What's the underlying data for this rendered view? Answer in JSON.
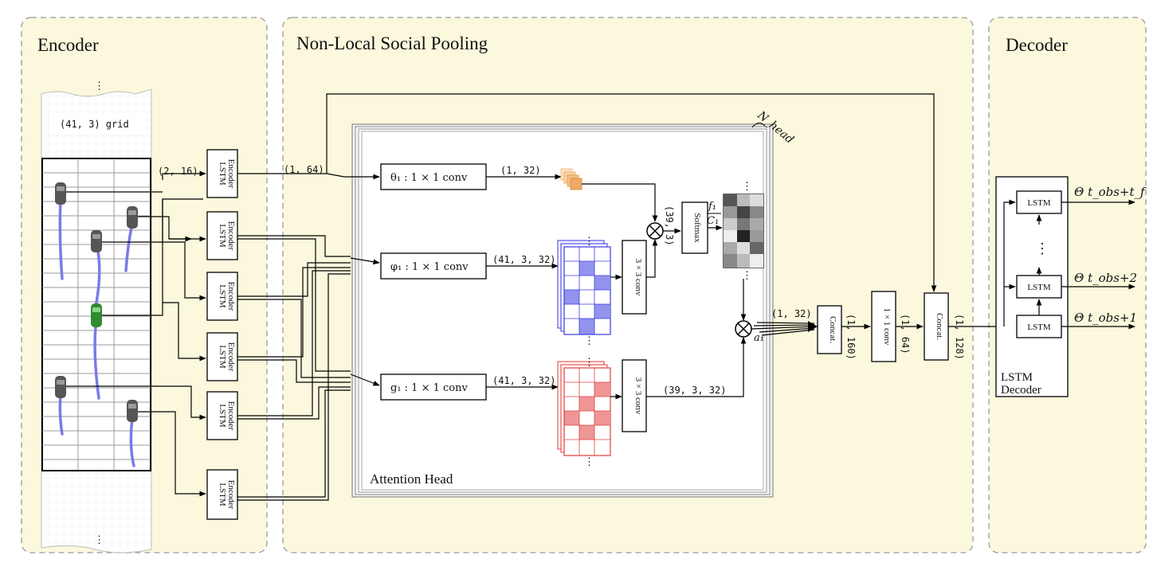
{
  "panels": {
    "encoder_title": "Encoder",
    "pooling_title": "Non-Local Social Pooling",
    "decoder_title": "Decoder"
  },
  "encoder": {
    "grid_label": "(41, 3) grid",
    "lstm_label_line1": "LSTM",
    "lstm_label_line2": "Encoder",
    "out_dim_label": "(2, 16)"
  },
  "pooling": {
    "emb_dim_label": "(1, 64)",
    "theta_box": "θ₁ : 1 × 1 conv",
    "phi_box": "φ₁ : 1 × 1 conv",
    "g_box": "g₁ : 1 × 1 conv",
    "theta_out": "(1, 32)",
    "phi_out": "(41, 3, 32)",
    "g_out": "(41, 3, 32)",
    "conv3_label": "3 × 3 conv",
    "dim_39_3": "(39, 3)",
    "dim_39_3_32": "(39, 3, 32)",
    "softmax_label": "Softmax",
    "norm_num": "f₁",
    "norm_den": "C₁",
    "a1_label": "a₁",
    "attn_out": "(1, 32)",
    "attention_head_label": "Attention Head",
    "nhead_label": "N_head",
    "concat_label": "Concat.",
    "concat_out": "(1, 160)",
    "conv1x1_label": "1 × 1 conv",
    "conv1x1_out": "(1, 64)",
    "concat2_out": "(1, 128)"
  },
  "decoder": {
    "lstm_cell_label": "LSTM",
    "box_label_line1": "LSTM",
    "box_label_line2": "Decoder",
    "out_1": "Θ t_obs+1",
    "out_2": "Θ t_obs+2",
    "out_f": "Θ t_obs+t_f"
  },
  "colors": {
    "panel_fill": "#fbf8dd",
    "theta_patch": "#f3c089",
    "phi_tensor": "#3a3ae0",
    "g_tensor": "#e04040",
    "ego_car": "#2e8b2e",
    "other_car": "#555555",
    "trajectory": "#7a7ae8"
  }
}
